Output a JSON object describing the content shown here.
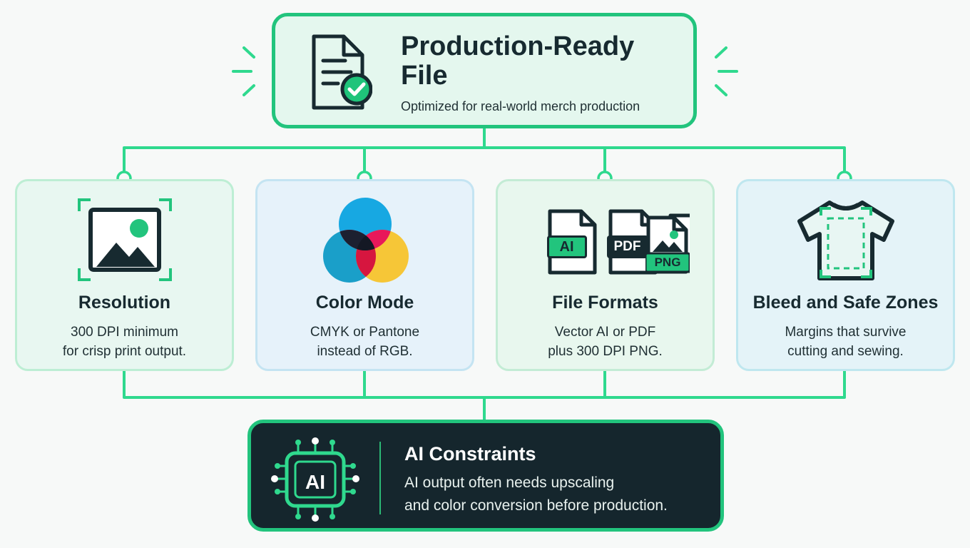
{
  "top": {
    "title_line1": "Production-Ready",
    "title_line2": "File",
    "subtitle": "Optimized for real-world merch production",
    "icon": "document-check-icon"
  },
  "cards": [
    {
      "title": "Resolution",
      "desc_line1": "300 DPI minimum",
      "desc_line2": "for crisp print output.",
      "icon": "image-frame-icon"
    },
    {
      "title": "Color Mode",
      "desc_line1": "CMYK or Pantone",
      "desc_line2": "instead of RGB.",
      "icon": "color-circles-icon"
    },
    {
      "title": "File Formats",
      "desc_line1": "Vector AI or PDF",
      "desc_line2": "plus 300 DPI PNG.",
      "icon": "file-formats-icon"
    },
    {
      "title": "Bleed and Safe Zones",
      "desc_line1": "Margins that survive",
      "desc_line2": "cutting and sewing.",
      "icon": "tshirt-icon"
    }
  ],
  "formats": {
    "ai": "AI",
    "pdf": "PDF",
    "png": "PNG"
  },
  "bottom": {
    "title": "AI Constraints",
    "desc_line1": "AI output often needs upscaling",
    "desc_line2": "and color conversion before production.",
    "chip_label": "AI",
    "icon": "ai-chip-icon"
  },
  "colors": {
    "accent": "#22c47d",
    "dark": "#15262d",
    "cyan": "#14a9e0",
    "magenta": "#e8185a",
    "yellow": "#f7c430"
  }
}
